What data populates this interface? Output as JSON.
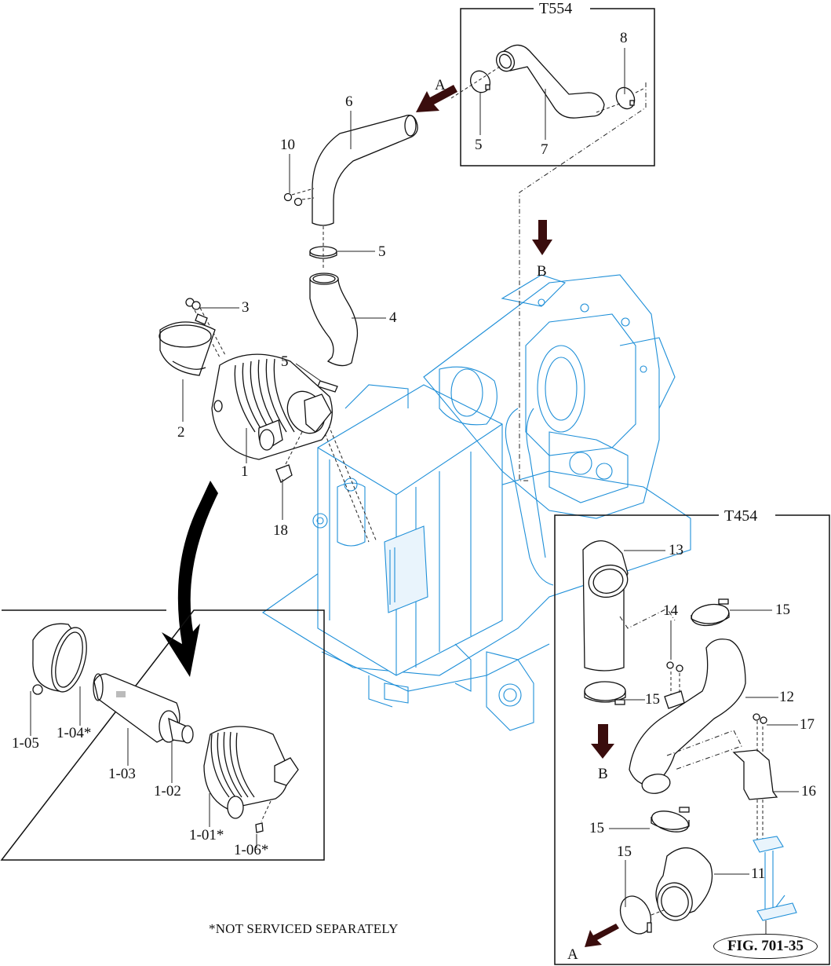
{
  "figure": {
    "number": "FIG. 701-35",
    "footnote": "*NOT SERVICED SEPARATELY"
  },
  "insets": {
    "t554": {
      "title": "T554"
    },
    "t454": {
      "title": "T454"
    },
    "air_cleaner_exploded": {
      "title": ""
    }
  },
  "view_arrows": {
    "a_top": "A",
    "b_top": "B",
    "b_t454": "B",
    "a_t454": "A"
  },
  "callouts": {
    "main": [
      {
        "id": "c6",
        "label": "6"
      },
      {
        "id": "c10",
        "label": "10"
      },
      {
        "id": "c5a",
        "label": "5"
      },
      {
        "id": "c3",
        "label": "3"
      },
      {
        "id": "c4",
        "label": "4"
      },
      {
        "id": "c5b",
        "label": "5"
      },
      {
        "id": "c2",
        "label": "2"
      },
      {
        "id": "c1",
        "label": "1"
      },
      {
        "id": "c18",
        "label": "18"
      }
    ],
    "t554": [
      {
        "id": "c8",
        "label": "8"
      },
      {
        "id": "c5c",
        "label": "5"
      },
      {
        "id": "c7",
        "label": "7"
      }
    ],
    "exploded": [
      {
        "id": "c105",
        "label": "1-05"
      },
      {
        "id": "c104",
        "label": "1-04*"
      },
      {
        "id": "c103",
        "label": "1-03"
      },
      {
        "id": "c102",
        "label": "1-02"
      },
      {
        "id": "c101",
        "label": "1-01*"
      },
      {
        "id": "c106",
        "label": "1-06*"
      }
    ],
    "t454": [
      {
        "id": "c13",
        "label": "13"
      },
      {
        "id": "c15a",
        "label": "15"
      },
      {
        "id": "c14",
        "label": "14"
      },
      {
        "id": "c15b",
        "label": "15"
      },
      {
        "id": "c12",
        "label": "12"
      },
      {
        "id": "c17",
        "label": "17"
      },
      {
        "id": "c16",
        "label": "16"
      },
      {
        "id": "c15c",
        "label": "15"
      },
      {
        "id": "c11",
        "label": "11"
      },
      {
        "id": "c15d",
        "label": "15"
      }
    ]
  },
  "colors": {
    "line": "#111111",
    "engine_outline": "#1e8fd8",
    "view_arrow": "#3a0d0d",
    "background": "#ffffff"
  }
}
